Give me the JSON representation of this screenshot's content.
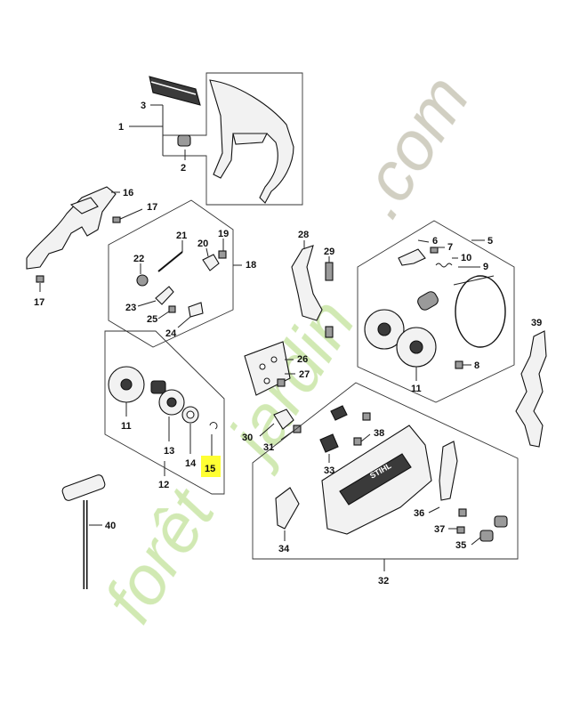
{
  "callouts": {
    "p1": "1",
    "p2": "2",
    "p3": "3",
    "p5": "5",
    "p6": "6",
    "p7": "7",
    "p8": "8",
    "p9": "9",
    "p10": "10",
    "p11a": "11",
    "p11b": "11",
    "p12": "12",
    "p13": "13",
    "p14": "14",
    "p15": "15",
    "p16": "16",
    "p17a": "17",
    "p17b": "17",
    "p18": "18",
    "p19": "19",
    "p20": "20",
    "p21": "21",
    "p22": "22",
    "p23": "23",
    "p24": "24",
    "p25": "25",
    "p26": "26",
    "p27": "27",
    "p28": "28",
    "p29": "29",
    "p30": "30",
    "p31": "31",
    "p32": "32",
    "p33": "33",
    "p34": "34",
    "p35": "35",
    "p36": "36",
    "p37": "37",
    "p38": "38",
    "p39": "39",
    "p40": "40"
  },
  "highlight": {
    "label": "15",
    "color": "#ffff33"
  },
  "watermark": {
    "text_part1": "forêt",
    "text_part2": "jardin",
    "text_part3": ".com",
    "color_green": "#c9e6a6",
    "color_orange": "#f7c67a",
    "color_gray": "#c9c7b8"
  },
  "cover": {
    "brand": "STIHL"
  }
}
